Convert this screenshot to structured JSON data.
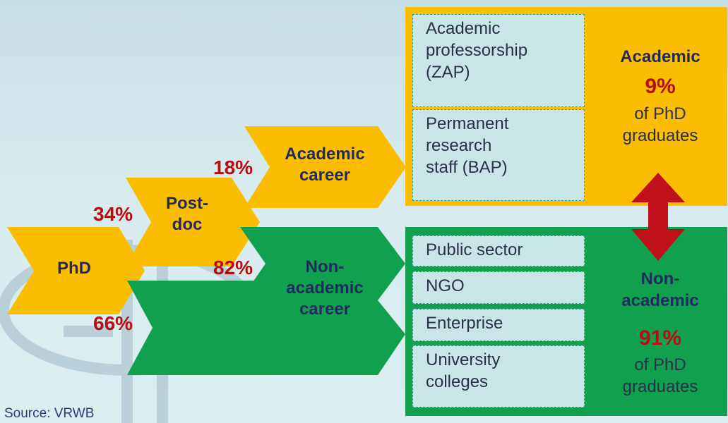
{
  "flow": {
    "phd": "PhD",
    "postdoc": "Post-\ndoc",
    "academic_career": "Academic\ncareer",
    "non_academic_career": "Non-\nacademic\ncareer"
  },
  "percentages": {
    "phd_to_postdoc": "34%",
    "phd_to_nonacademic": "66%",
    "postdoc_to_academic": "18%",
    "postdoc_to_nonacademic": "82%"
  },
  "academic_positions": [
    "Academic\nprofessorship\n(ZAP)",
    "Permanent\nresearch\nstaff (BAP)"
  ],
  "nonacademic_positions": [
    "Public sector",
    "NGO",
    "Enterprise",
    "University\ncolleges"
  ],
  "academic_outcome": {
    "title": "Academic",
    "pct": "9%",
    "desc": "of PhD\ngraduates"
  },
  "nonacademic_outcome": {
    "title": "Non-\nacademic",
    "pct": "91%",
    "desc": "of PhD\ngraduates"
  },
  "source": "Source: VRWB",
  "colors": {
    "yellow": "#fbbd00",
    "green": "#10a04e",
    "red": "#c0101a",
    "navy": "#1f2a5e"
  }
}
